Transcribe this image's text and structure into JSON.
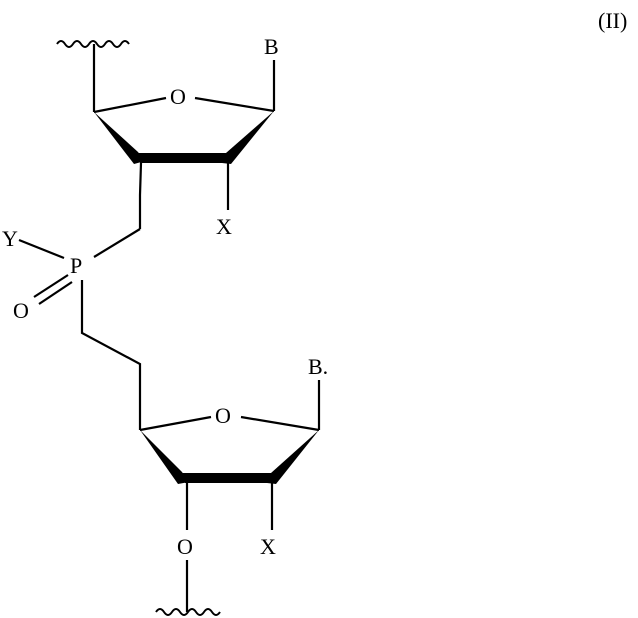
{
  "figure": {
    "label": "(II)",
    "colors": {
      "ink": "#000000",
      "background": "#ffffff"
    }
  },
  "upper_sugar": {
    "ring_oxygen": "O",
    "base": "B",
    "substituent_2prime": "X"
  },
  "linker": {
    "phosphorus": "P",
    "phosphoryl_oxygen": "O",
    "substituent": "Y"
  },
  "lower_sugar": {
    "ring_oxygen": "O",
    "base": "B.",
    "substituent_2prime": "X",
    "oxygen_3prime": "O"
  },
  "icons": {
    "attachment_top": "squiggle-attachment-icon",
    "attachment_bottom": "squiggle-attachment-icon"
  }
}
